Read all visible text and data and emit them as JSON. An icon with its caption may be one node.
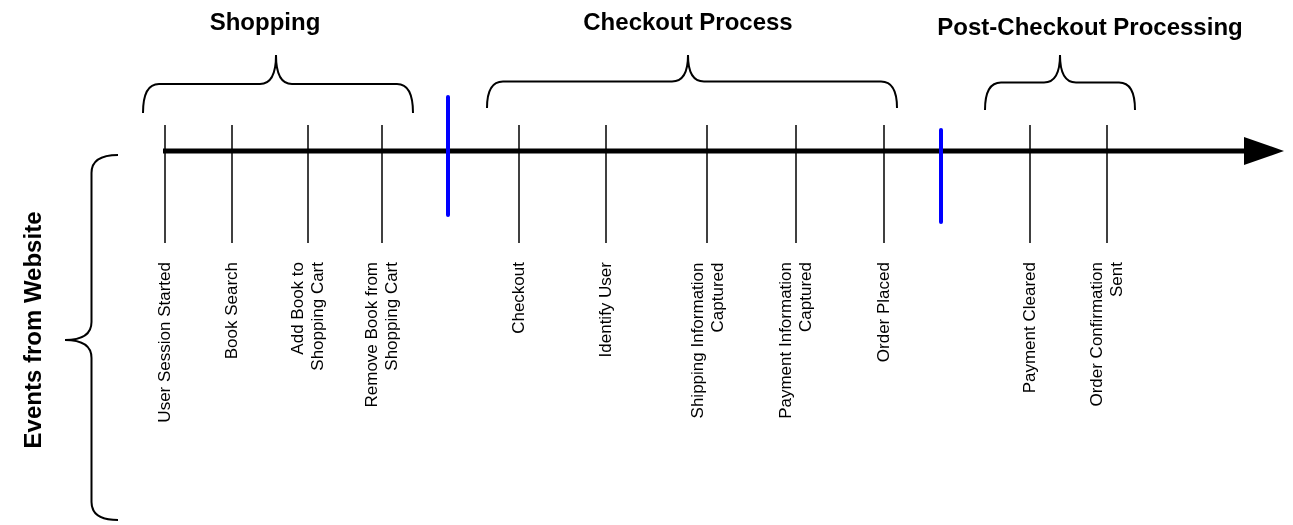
{
  "diagram": {
    "labels": [
      "Shopping",
      "Checkout Process",
      "Post-Checkout Processing",
      "Events from Website",
      "User Session Started",
      "Book Search",
      "Add Book to Shopping Cart",
      "Remove Book from Shopping Cart",
      "Checkout",
      "Identify User",
      "Shipping Information Captured",
      "Payment Information Captured",
      "Order Placed",
      "Payment Cleared",
      "Order Confirmation Sent"
    ]
  }
}
